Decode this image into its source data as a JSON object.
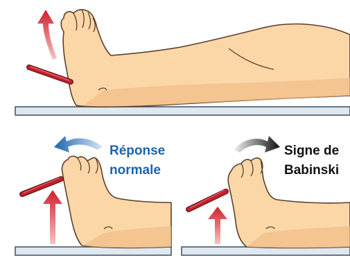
{
  "panels": {
    "normal": {
      "label_line1": "Réponse",
      "label_line2": "normale",
      "label_color": "#1b64ad",
      "arrow_color": "#1b64ad"
    },
    "babinski": {
      "label_line1": "Signe de",
      "label_line2": "Babinski",
      "label_color": "#111111",
      "arrow_color": "#111111"
    }
  },
  "colors": {
    "skin": "#fbd7a8",
    "skin_shadow": "#f1bd86",
    "outline": "#5a3f2a",
    "table": "#dfe7ef",
    "table_edge": "#3c4d63",
    "stimulus_rod": "#c51f2e",
    "pressure_arrow": "#d0202c"
  }
}
